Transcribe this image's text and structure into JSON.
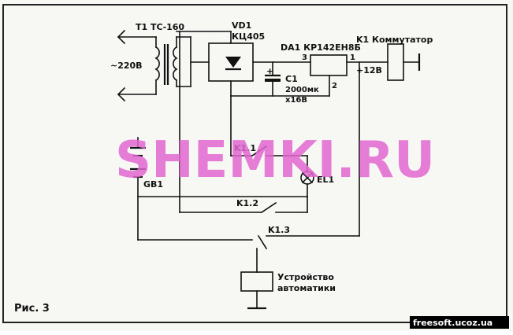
{
  "labels": {
    "transformer": "T1 ТС-160",
    "bridge_ref": "VD1",
    "bridge_type": "КЦ405",
    "mains": "~220В",
    "regulator": "DA1 КР142ЕН8Б",
    "pin3": "3",
    "pin1": "1",
    "pin2": "2",
    "cap_ref": "C1",
    "cap_value": "2000мк",
    "cap_voltage": "x16В",
    "plus_sign": "+",
    "plus12": "+12В",
    "relay": "K1 Коммутатор",
    "contact1": "K1.1",
    "contact2": "K1.2",
    "contact3": "K1.3",
    "lamp": "EL1",
    "battery": "GB1",
    "device_line1": "Устройство",
    "device_line2": "автоматики",
    "figure": "Рис. 3"
  },
  "watermark": "SHEMKI.RU",
  "site": "freesoft.ucoz.ua",
  "colors": {
    "watermark": "#e267d0",
    "ink": "#111111",
    "paper": "#f7f7f4",
    "site_bg": "#000000"
  }
}
